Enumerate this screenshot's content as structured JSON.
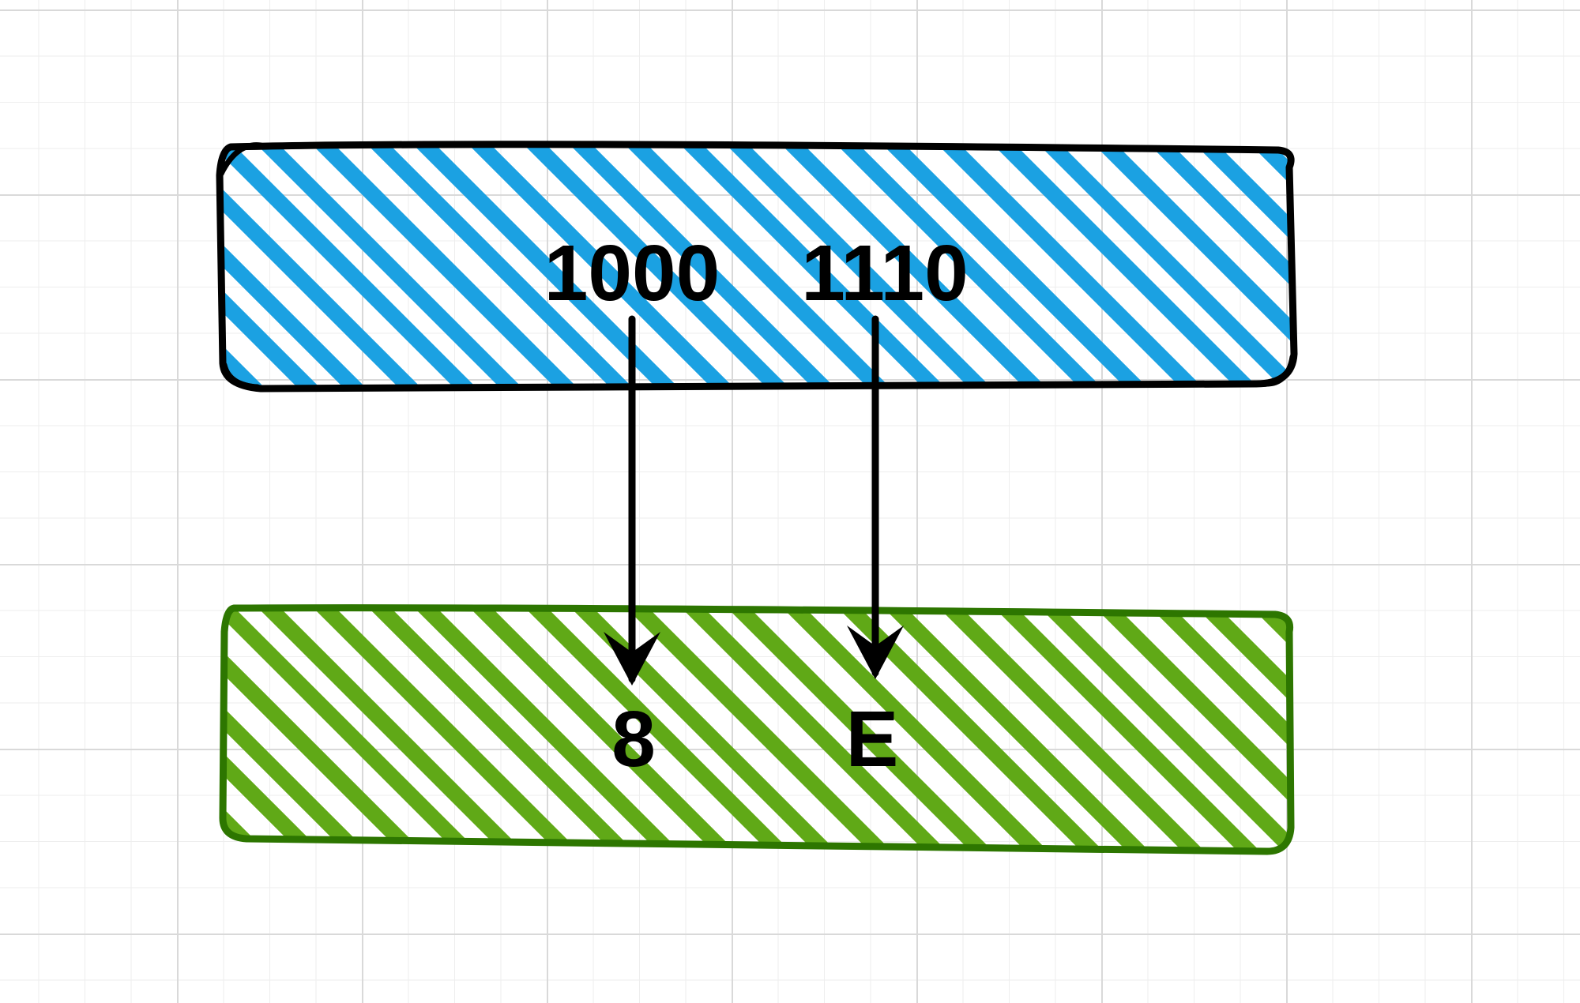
{
  "diagram": {
    "binary_box": {
      "fill_color": "#1ba1e2",
      "stroke_color": "#000000",
      "nibbles": [
        "1000",
        "1110"
      ]
    },
    "hex_box": {
      "fill_color": "#60a917",
      "stroke_color": "#2d7600",
      "digits": [
        "8",
        "E"
      ]
    },
    "arrow_color": "#000000",
    "grid_color": "#d9d9d9"
  }
}
